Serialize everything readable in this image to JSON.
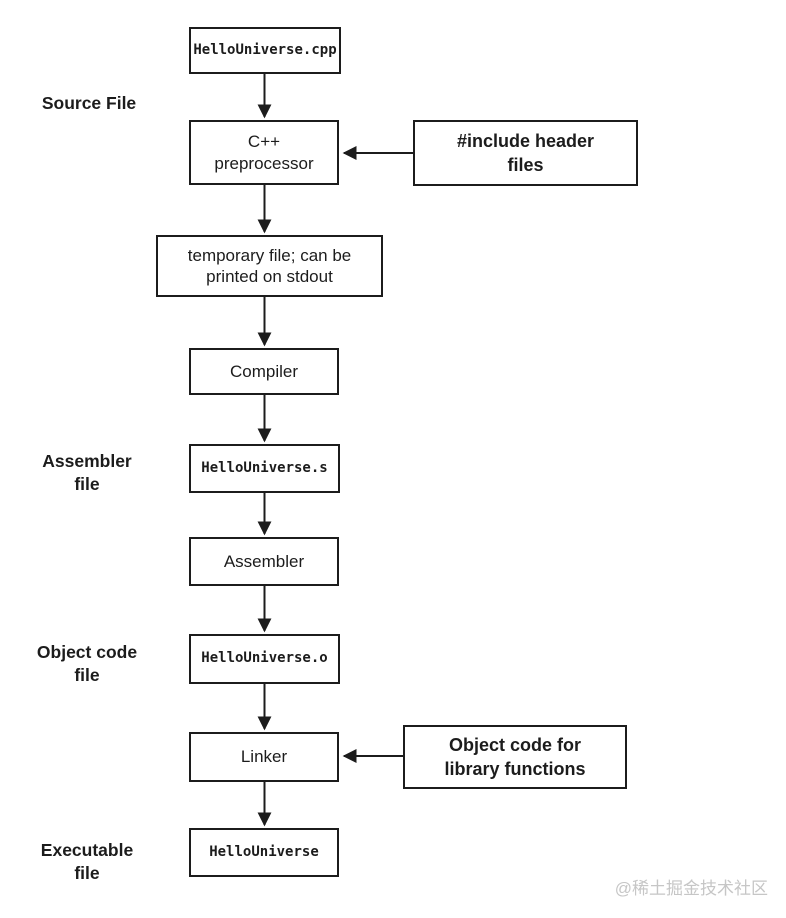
{
  "diagram": {
    "nodes": {
      "cpp_file": "HelloUniverse.cpp",
      "preprocessor": "C++\npreprocessor",
      "temp_file": "temporary file; can be\nprinted on stdout",
      "compiler": "Compiler",
      "asm_file": "HelloUniverse.s",
      "assembler": "Assembler",
      "obj_file": "HelloUniverse.o",
      "linker": "Linker",
      "exe_file": "HelloUniverse"
    },
    "annotations": {
      "include_note": "#include header\nfiles",
      "library_note": "Object code for\nlibrary functions"
    },
    "stage_labels": {
      "source": "Source File",
      "assembler": "Assembler\nfile",
      "object": "Object code\nfile",
      "executable": "Executable\nfile"
    },
    "watermark": "@稀土掘金技术社区",
    "colors": {
      "line": "#1c1c1c",
      "background": "#ffffff",
      "watermark_text": "#c6c6c6"
    }
  }
}
